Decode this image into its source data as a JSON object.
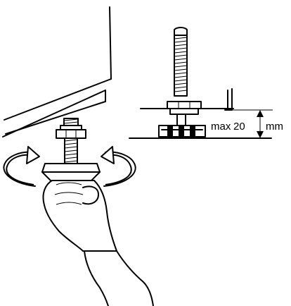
{
  "annotation": {
    "prefix": "max",
    "value": "20",
    "unit": "mm"
  }
}
